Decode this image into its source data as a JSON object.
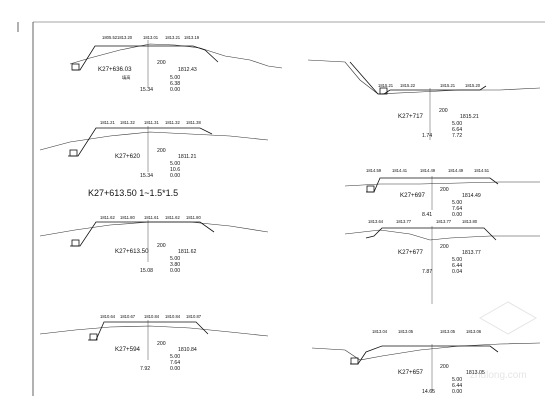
{
  "drawing": {
    "header_text": "K27+613.50  1~1.5*1.5",
    "watermark": "zhulong.com",
    "colors": {
      "line": "#111111",
      "paper": "#ffffff"
    }
  },
  "sections": [
    {
      "id": "s1",
      "station": "K27+636.03",
      "elevation": "1812.43",
      "scale": "200",
      "v1": "5.00",
      "v2": "6.38",
      "v3": "15.34",
      "v4": "0.00",
      "top_labels": [
        "1805.52",
        "1813.20",
        "1813.01",
        "1813.21",
        "1813.19"
      ]
    },
    {
      "id": "s2",
      "station": "K27+620",
      "elevation": "1811.21",
      "scale": "200",
      "v1": "5.00",
      "v2": "10.6",
      "v3": "15.34",
      "v4": "0.00",
      "top_labels": [
        "1811.21",
        "1811.32",
        "1811.31",
        "1811.32",
        "1811.38"
      ]
    },
    {
      "id": "s3",
      "station": "K27+613.50",
      "elevation": "1811.62",
      "scale": "200",
      "v1": "5.00",
      "v2": "3.80",
      "v3": "15.08",
      "v4": "0.00",
      "top_labels": [
        "1811.62",
        "1811.80",
        "1811.61",
        "1811.62",
        "1811.80"
      ]
    },
    {
      "id": "s4",
      "station": "K27+594",
      "elevation": "1810.84",
      "scale": "200",
      "v1": "5.00",
      "v2": "7.64",
      "v3": "7.92",
      "v4": "0.00",
      "top_labels": [
        "1810.64",
        "1810.67",
        "1810.84",
        "1810.84",
        "1810.87"
      ]
    },
    {
      "id": "s5",
      "station": "K27+717",
      "elevation": "1815.21",
      "scale": "200",
      "v1": "5.00",
      "v2": "6.64",
      "v3": "1.74",
      "v4": "7.72",
      "top_labels": [
        "1815.21",
        "1815.22",
        "1815.21",
        "1815.20"
      ]
    },
    {
      "id": "s6",
      "station": "K27+697",
      "elevation": "1814.49",
      "scale": "200",
      "v1": "5.00",
      "v2": "7.64",
      "v3": "8.41",
      "v4": "0.00",
      "top_labels": [
        "1814.59",
        "1814.41",
        "1814.49",
        "1814.49",
        "1814.51"
      ]
    },
    {
      "id": "s7",
      "station": "K27+677",
      "elevation": "1813.77",
      "scale": "200",
      "v1": "5.00",
      "v2": "6.44",
      "v3": "7.87",
      "v4": "0.04",
      "top_labels": [
        "1813.64",
        "1813.77",
        "1813.77",
        "1813.80"
      ]
    },
    {
      "id": "s8",
      "station": "K27+657",
      "elevation": "1813.05",
      "scale": "200",
      "v1": "5.00",
      "v2": "6.44",
      "v3": "14.65",
      "v4": "0.00",
      "top_labels": [
        "1813.04",
        "1813.05",
        "1813.05",
        "1813.06"
      ]
    }
  ]
}
